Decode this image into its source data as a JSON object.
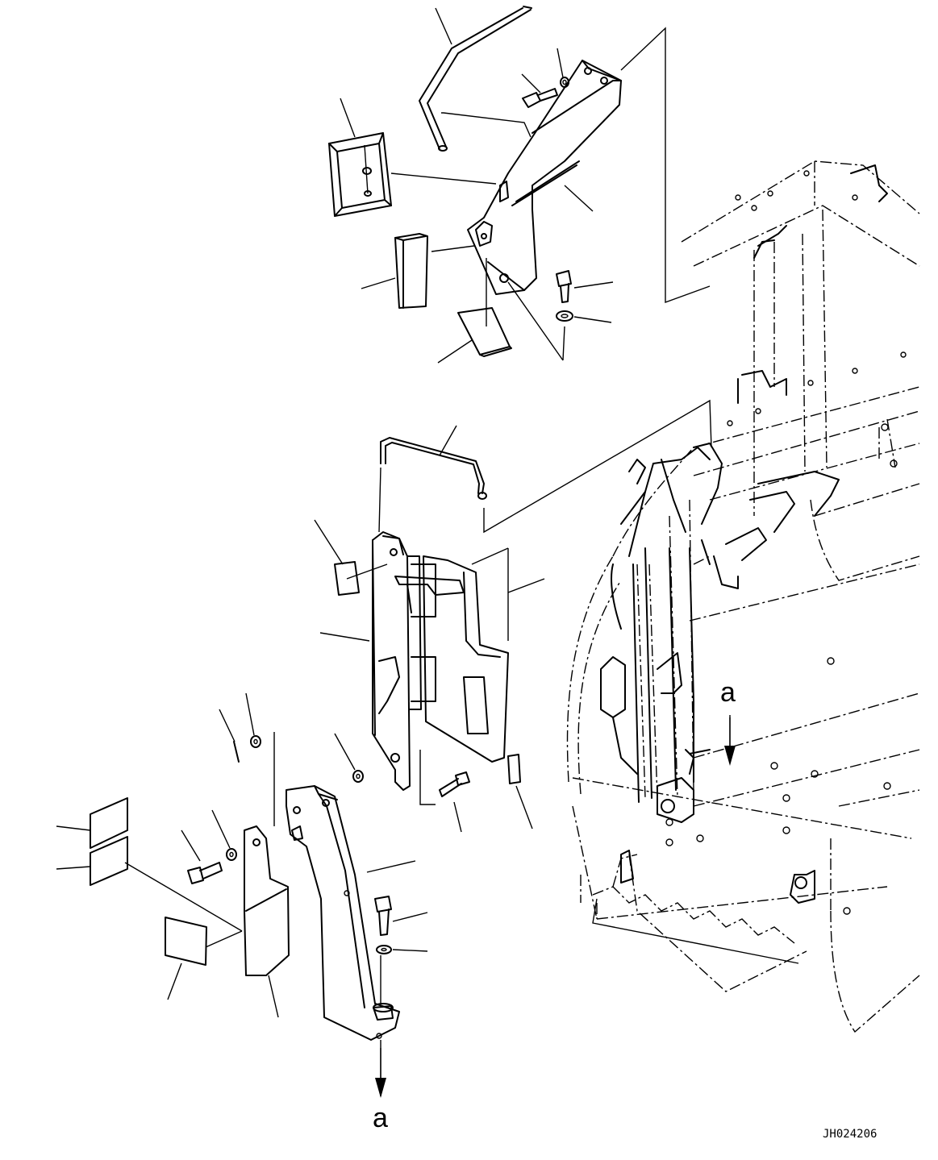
{
  "labels": {
    "view_marker_upper": "a",
    "view_marker_lower": "a",
    "drawing_code": "JH024206"
  }
}
